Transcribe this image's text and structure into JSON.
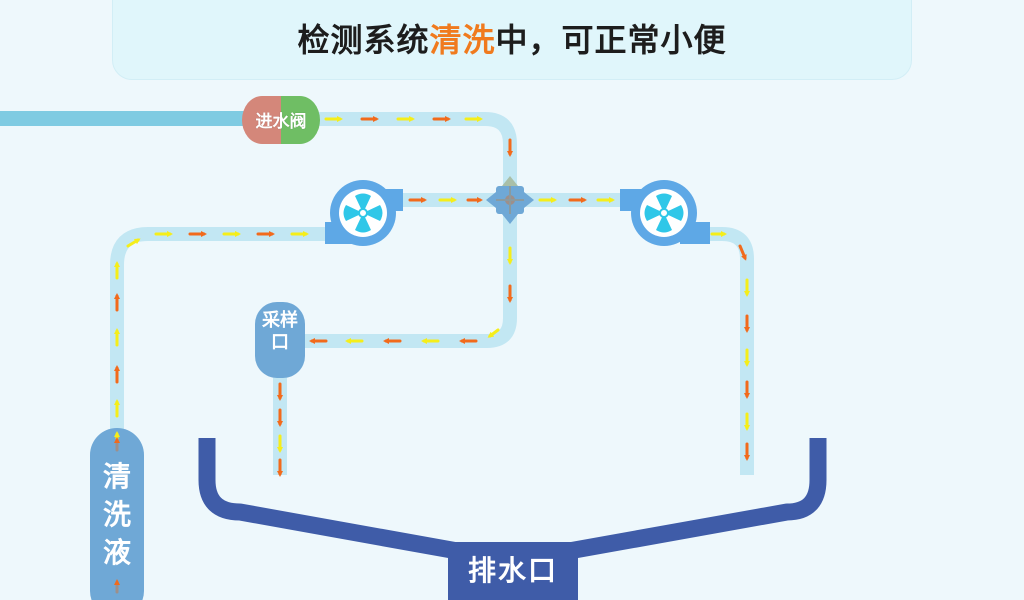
{
  "header": {
    "title_prefix": "检测系统",
    "title_highlight": "清洗",
    "title_suffix": "中，可正常小便"
  },
  "labels": {
    "inlet_valve": "进水阀",
    "sampling_port": "采样口",
    "cleaning_fluid": "清洗液",
    "drain": "排水口"
  },
  "colors": {
    "background": "#eef8fc",
    "banner": "#e0f6fb",
    "highlight": "#f07a1e",
    "pipe": "#c2e7f3",
    "pipe_main": "#7fcbe2",
    "pump_body": "#5ea8e6",
    "pump_fan": "#2fc7e8",
    "valve_left": "#d4877a",
    "valve_right": "#6fbe64",
    "tank": "#6fa8d6",
    "drain": "#3f5ca8",
    "arrow_orange": "#f26a1b",
    "arrow_yellow": "#f5ee1a"
  },
  "icons": {
    "pump": "centrifugal-pump-icon",
    "junction": "four-way-junction-icon",
    "flow_arrow": "flow-arrow-icon"
  }
}
